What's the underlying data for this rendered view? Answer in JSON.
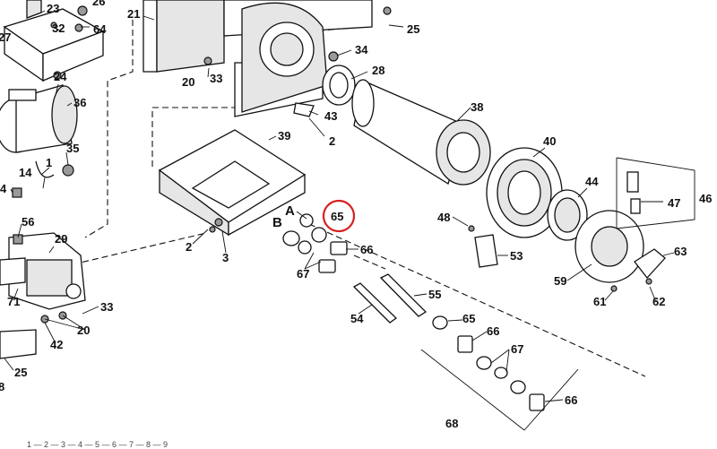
{
  "diagram": {
    "labels": [
      {
        "id": "l23",
        "text": "23"
      },
      {
        "id": "l26",
        "text": "26"
      },
      {
        "id": "l21",
        "text": "21"
      },
      {
        "id": "l27",
        "text": "27"
      },
      {
        "id": "l32",
        "text": "32"
      },
      {
        "id": "l64",
        "text": "64"
      },
      {
        "id": "l25a",
        "text": "25"
      },
      {
        "id": "l34",
        "text": "34"
      },
      {
        "id": "l28",
        "text": "28"
      },
      {
        "id": "l20a",
        "text": "20"
      },
      {
        "id": "l33a",
        "text": "33"
      },
      {
        "id": "l24",
        "text": "24"
      },
      {
        "id": "l36",
        "text": "36"
      },
      {
        "id": "l43",
        "text": "43"
      },
      {
        "id": "l38",
        "text": "38"
      },
      {
        "id": "l39",
        "text": "39"
      },
      {
        "id": "l2a",
        "text": "2"
      },
      {
        "id": "l35",
        "text": "35"
      },
      {
        "id": "l1",
        "text": "1"
      },
      {
        "id": "l40",
        "text": "40"
      },
      {
        "id": "l14",
        "text": "14"
      },
      {
        "id": "l4",
        "text": "4"
      },
      {
        "id": "l44",
        "text": "44"
      },
      {
        "id": "l46",
        "text": "46"
      },
      {
        "id": "l47",
        "text": "47"
      },
      {
        "id": "l56",
        "text": "56"
      },
      {
        "id": "l48",
        "text": "48"
      },
      {
        "id": "l29",
        "text": "29"
      },
      {
        "id": "l2b",
        "text": "2"
      },
      {
        "id": "l3",
        "text": "3"
      },
      {
        "id": "l66a",
        "text": "66"
      },
      {
        "id": "l53",
        "text": "53"
      },
      {
        "id": "l63",
        "text": "63"
      },
      {
        "id": "l67a",
        "text": "67"
      },
      {
        "id": "l59",
        "text": "59"
      },
      {
        "id": "l71",
        "text": "71"
      },
      {
        "id": "l33b",
        "text": "33"
      },
      {
        "id": "l55",
        "text": "55"
      },
      {
        "id": "l61",
        "text": "61"
      },
      {
        "id": "l62",
        "text": "62"
      },
      {
        "id": "l54",
        "text": "54"
      },
      {
        "id": "l65b",
        "text": "65"
      },
      {
        "id": "l20b",
        "text": "20"
      },
      {
        "id": "l42",
        "text": "42"
      },
      {
        "id": "l66b",
        "text": "66"
      },
      {
        "id": "l67b",
        "text": "67"
      },
      {
        "id": "l25b",
        "text": "25"
      },
      {
        "id": "l8",
        "text": "8"
      },
      {
        "id": "l66c",
        "text": "66"
      },
      {
        "id": "l68",
        "text": "68"
      }
    ],
    "callout_a": "A",
    "callout_b": "B",
    "highlighted_label": "65",
    "highlight_color": "#d62020",
    "footer_text": "1 — 2 — 3 — 4 — 5 — 6 — 7 — 8 — 9"
  }
}
